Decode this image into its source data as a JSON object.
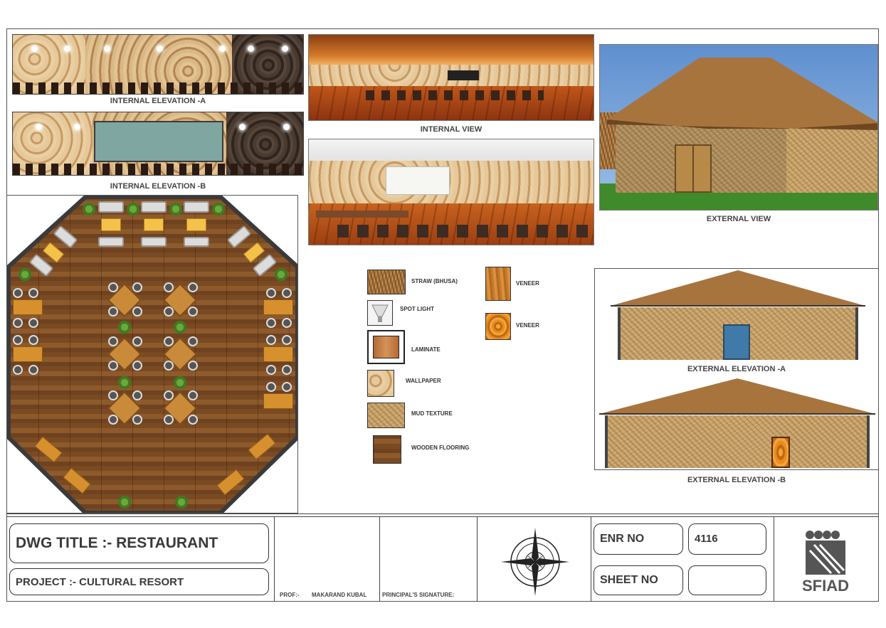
{
  "captions": {
    "internal_elevation_a": "INTERNAL ELEVATION -A",
    "internal_elevation_b": "INTERNAL ELEVATION -B",
    "internal_view": "INTERNAL VIEW",
    "external_view": "EXTERNAL VIEW",
    "external_elevation_a": "EXTERNAL ELEVATION -A",
    "external_elevation_b": "EXTERNAL ELEVATION -B"
  },
  "legend": [
    {
      "label": "STRAW (BHUSA)",
      "texture": "straw"
    },
    {
      "label": "SPOT LIGHT",
      "texture": "spotlight-icon"
    },
    {
      "label": "LAMINATE",
      "texture": "laminate"
    },
    {
      "label": "WALLPAPER",
      "texture": "wallpaper"
    },
    {
      "label": "MUD TEXTURE",
      "texture": "mud"
    },
    {
      "label": "WOODEN FLOORING",
      "texture": "wooden-flooring"
    },
    {
      "label": "VENEER",
      "texture": "veneer-light"
    },
    {
      "label": "VENEER",
      "texture": "veneer-dark"
    }
  ],
  "title_block": {
    "dwg_title": "DWG TITLE :- RESTAURANT",
    "project": "PROJECT :-  CULTURAL RESORT",
    "prof_label": "PROF:-",
    "prof_name": "MAKARAND KUBAL",
    "principal_signature": "PRINCIPAL'S SIGNATURE:",
    "enr_label": "ENR NO",
    "enr_value": "4116",
    "sheet_label": "SHEET NO",
    "sheet_value": "",
    "logo_text": "SFIAD"
  },
  "colors": {
    "door_blue": "#3f7aa8",
    "wall_dark": "#2f2520",
    "grass": "#3f8a2a",
    "sky": "#6a9ad4"
  }
}
